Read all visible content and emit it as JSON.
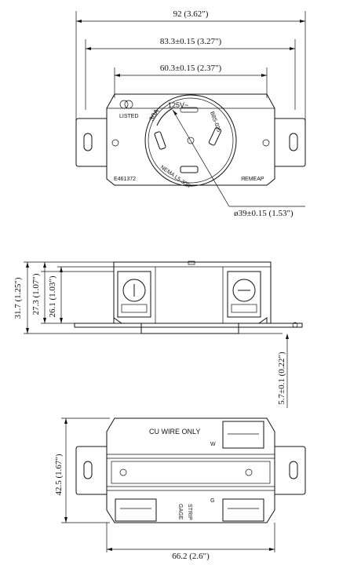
{
  "top_view": {
    "dim_overall": "92 (3.62\")",
    "dim_body": "83.3±0.15 (3.27\")",
    "dim_inner": "60.3±0.15 (2.37\")",
    "dim_dia": "ø39±0.15 (1.53\")",
    "face_labels": {
      "rating_amps": "30A",
      "rating_volts": "125V~",
      "part_code": "B8S-025",
      "nema": "NEMA L5-30R",
      "cert": "LISTED",
      "model": "E461372",
      "brand": "ЯEMEAP"
    }
  },
  "side_view": {
    "dim_total": "31.7 (1.25\")",
    "dim_body": "27.3 (1.07\")",
    "dim_face": "26.1 (1.03\")",
    "dim_strap": "5.7±0.1 (0.22\")"
  },
  "back_view": {
    "dim_height": "42.5 (1.67\")",
    "dim_width": "66.2 (2.6\")",
    "text_cu": "CU WIRE ONLY",
    "text_strip": "STRIP",
    "text_gauge": "GAGE",
    "text_w": "W",
    "text_g": "G"
  }
}
